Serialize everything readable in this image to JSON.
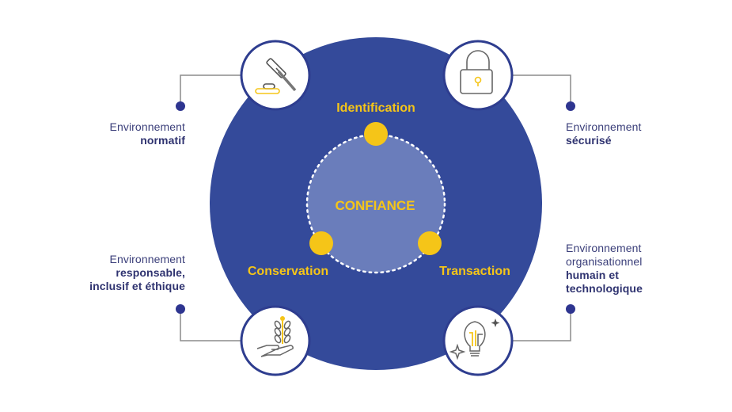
{
  "colors": {
    "outer_circle": "#344a9a",
    "inner_circle": "#6a7dbb",
    "accent_yellow": "#f5c518",
    "text_dark": "#3b3f7a",
    "connector_line": "#8c8c8c",
    "icon_stroke": "#555555",
    "icon_ring": "#2e3d8f"
  },
  "center": {
    "label": "CONFIANCE"
  },
  "pillars": [
    {
      "id": "identification",
      "label": "Identification"
    },
    {
      "id": "conservation",
      "label": "Conservation"
    },
    {
      "id": "transaction",
      "label": "Transaction"
    }
  ],
  "environments": [
    {
      "id": "normatif",
      "icon": "gavel-icon",
      "line1": "Environnement",
      "bold": [
        "normatif"
      ]
    },
    {
      "id": "securise",
      "icon": "padlock-icon",
      "line1": "Environnement",
      "bold": [
        "sécurisé"
      ]
    },
    {
      "id": "responsable",
      "icon": "wheat-hand-icon",
      "line1": "Environnement",
      "bold": [
        "responsable,",
        "inclusif et éthique"
      ]
    },
    {
      "id": "organisationnel",
      "icon": "lightbulb-icon",
      "line1": "Environnement",
      "line2": "organisationnel",
      "bold": [
        "humain et",
        "technologique"
      ]
    }
  ]
}
